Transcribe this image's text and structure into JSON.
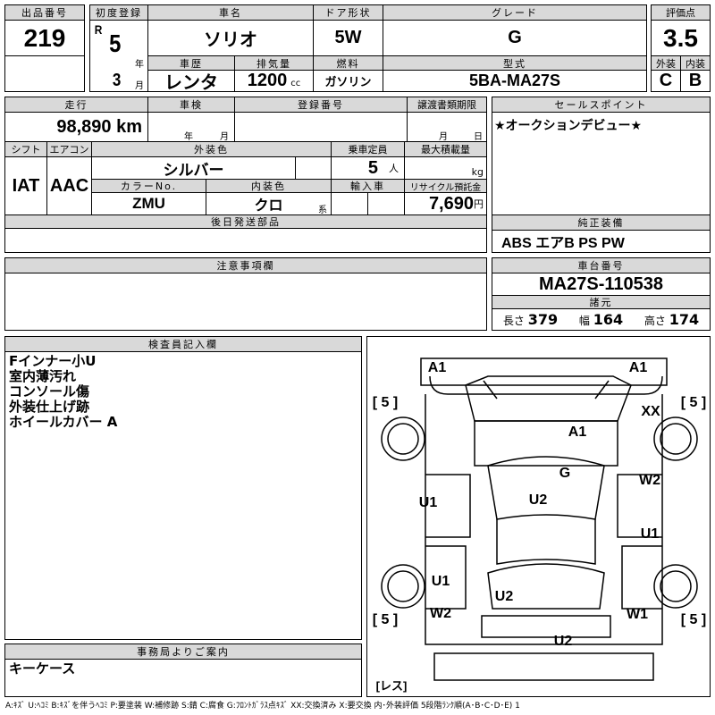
{
  "lot": {
    "label": "出品番号",
    "value": "219"
  },
  "first_reg": {
    "label": "初度登録",
    "era": "R",
    "year": "5",
    "year_unit": "年",
    "month": "3",
    "month_unit": "月"
  },
  "car_name": {
    "label": "車名",
    "value": "ソリオ"
  },
  "door": {
    "label": "ドア形状",
    "value": "5W"
  },
  "grade": {
    "label": "グレード",
    "value": "G"
  },
  "history": {
    "label": "車歴",
    "value": "レンタ"
  },
  "displacement": {
    "label": "排気量",
    "value": "1200",
    "unit": "cc"
  },
  "fuel": {
    "label": "燃料",
    "value": "ガソリン"
  },
  "model": {
    "label": "型式",
    "value": "5BA-MA27S"
  },
  "score": {
    "label": "評価点",
    "value": "3.5",
    "ext_label": "外装",
    "int_label": "内装",
    "ext": "C",
    "int": "B"
  },
  "mileage": {
    "label": "走行",
    "value": "98,890 km"
  },
  "inspection": {
    "label": "車検",
    "year_unit": "年",
    "month_unit": "月"
  },
  "reg_no": {
    "label": "登録番号"
  },
  "transfer": {
    "label": "譲渡書類期限",
    "month_unit": "月",
    "day_unit": "日"
  },
  "shift": {
    "label": "シフト",
    "value": "IAT"
  },
  "aircon": {
    "label": "エアコン",
    "value": "AAC"
  },
  "ext_color": {
    "label": "外装色",
    "value": "シルバー"
  },
  "capacity": {
    "label": "乗車定員",
    "value": "5",
    "unit": "人"
  },
  "max_load": {
    "label": "最大積載量",
    "unit": "kg"
  },
  "color_no": {
    "label": "カラーNo.",
    "value": "ZMU"
  },
  "int_color": {
    "label": "内装色",
    "value": "クロ",
    "unit": "系"
  },
  "import": {
    "label": "輸入車"
  },
  "recycle": {
    "label": "リサイクル預託金",
    "value": "7,690",
    "unit": "円"
  },
  "later_parts": {
    "label": "後日発送部品"
  },
  "sales_point": {
    "label": "セールスポイント",
    "value": "★オークションデビュー★"
  },
  "equipment": {
    "label": "純正装備",
    "value": "ABS エアB PS PW"
  },
  "notes": {
    "label": "注意事項欄"
  },
  "chassis": {
    "label": "車台番号",
    "value": "MA27S-110538"
  },
  "specs": {
    "label": "諸元",
    "length_label": "長さ",
    "length": "379",
    "width_label": "幅",
    "width": "164",
    "height_label": "高さ",
    "height": "174"
  },
  "inspector": {
    "label": "検査員記入欄",
    "text": "Fインナー小U\n室内薄汚れ\nコンソール傷\n外装仕上げ跡\nホイールカバー A"
  },
  "office": {
    "label": "事務局よりご案内",
    "text": "キーケース"
  },
  "diagram": {
    "marks": [
      "A1",
      "A1",
      "[ 5 ]",
      "[ 5 ]",
      "XX",
      "A1",
      "G",
      "W2",
      "U1",
      "U2",
      "U1",
      "U1",
      "U2",
      "[ 5 ]",
      "W2",
      "W1",
      "[ 5 ]",
      "U2",
      "[レス]"
    ]
  },
  "legend": "A:ｷｽﾞ U:ﾍｺﾐ B:ｷｽﾞを伴うﾍｺﾐ P:要塗装 W:補修跡 S:錆 C:腐食 G:ﾌﾛﾝﾄｶﾞﾗｽ点ｷｽﾞ XX:交換済み X:要交換 内･外装評価 5段階ﾗﾝｸ順(A･B･C･D･E) 1"
}
